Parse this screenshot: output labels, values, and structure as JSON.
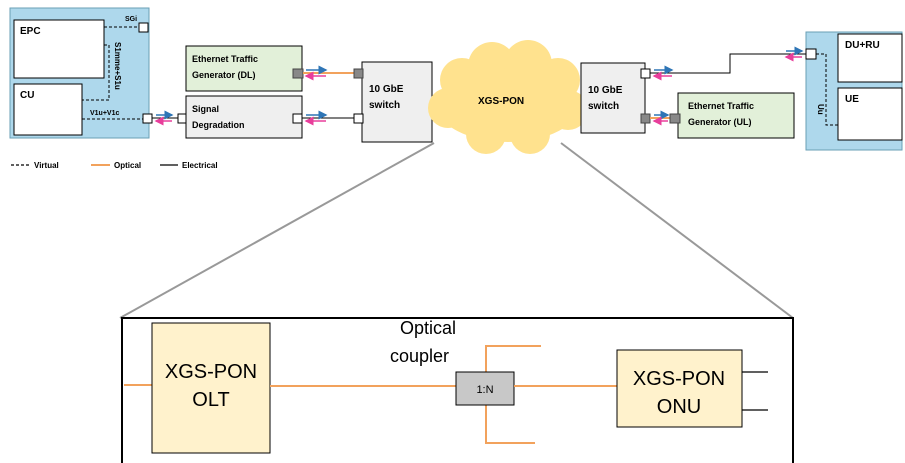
{
  "colors": {
    "blue_panel": "#aed8ec",
    "panel_border": "#6a9fb5",
    "green_box": "#e2f0d9",
    "gray_box": "#efefef",
    "cloud": "#ffe28e",
    "yellow_box": "#fff2cc",
    "optical": "#f2a25c",
    "arrow_blue": "#2e75b6",
    "arrow_pink": "#e83e9b",
    "splitter": "#c8c8c8"
  },
  "left_site": {
    "epc": "EPC",
    "cu": "CU",
    "sgi": "SGi",
    "s1": "S1mme+S1u",
    "v1": "V1u+V1c"
  },
  "gen_dl": {
    "line1": "Ethernet Traffic",
    "line2": "Generator (DL)"
  },
  "signal_deg": {
    "line1": "Signal",
    "line2": "Degradation"
  },
  "switch_left": {
    "line1": "10 GbE",
    "line2": "switch"
  },
  "cloud_label": "XGS-PON",
  "switch_right": {
    "line1": "10 GbE",
    "line2": "switch"
  },
  "gen_ul": {
    "line1": "Ethernet Traffic",
    "line2": "Generator (UL)"
  },
  "right_site": {
    "du_ru": "DU+RU",
    "ue": "UE",
    "uu": "Uu"
  },
  "legend": {
    "virtual": "Virtual",
    "optical": "Optical",
    "electrical": "Electrical"
  },
  "detail": {
    "olt": {
      "line1": "XGS-PON",
      "line2": "OLT"
    },
    "coupler": {
      "line1": "Optical",
      "line2": "coupler"
    },
    "splitter": "1:N",
    "onu": {
      "line1": "XGS-PON",
      "line2": "ONU"
    }
  }
}
